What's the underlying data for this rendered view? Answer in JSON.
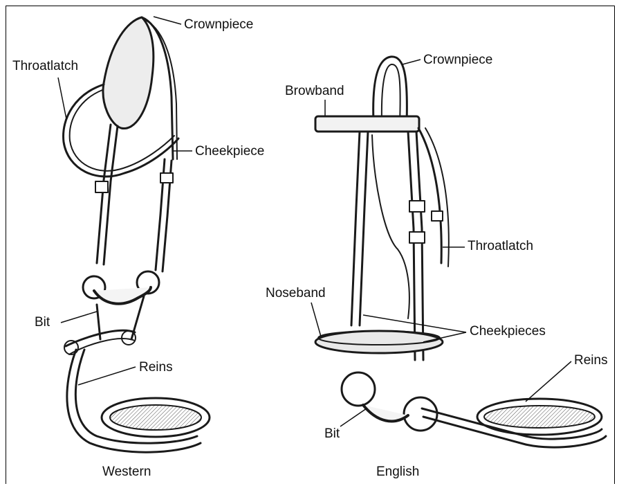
{
  "western": {
    "caption": "Western",
    "labels": {
      "crownpiece": "Crownpiece",
      "throatlatch": "Throatlatch",
      "cheekpiece": "Cheekpiece",
      "bit": "Bit",
      "reins": "Reins"
    }
  },
  "english": {
    "caption": "English",
    "labels": {
      "crownpiece": "Crownpiece",
      "browband": "Browband",
      "throatlatch": "Throatlatch",
      "noseband": "Noseband",
      "cheekpieces": "Cheekpieces",
      "reins": "Reins",
      "bit": "Bit"
    }
  }
}
